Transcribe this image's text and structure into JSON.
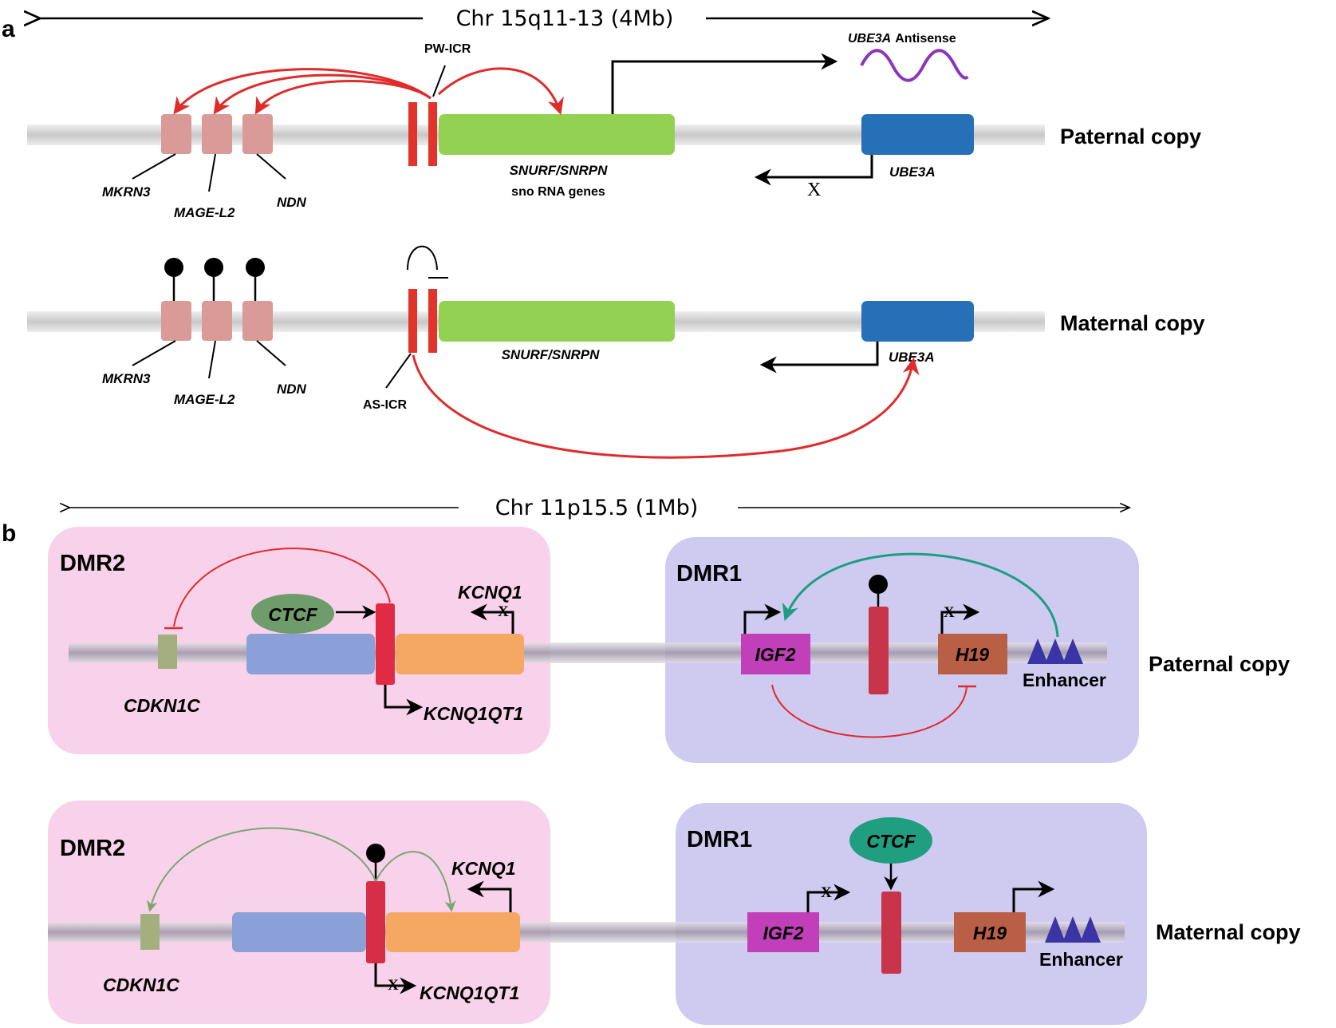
{
  "panel_a": {
    "letter": "a",
    "scale_label": "Chr 15q11-13 (4Mb)",
    "paternal": {
      "copy_label": "Paternal copy",
      "genes": {
        "mkrn3": "MKRN3",
        "magel2": "MAGE-L2",
        "ndn": "NDN"
      },
      "icr_label": "PW-ICR",
      "snurf_label": "SNURF/SNRPN",
      "snurf_sublabel": "sno RNA genes",
      "antisense_gene": "UBE3A",
      "antisense_word": "Antisense",
      "ube3a_label": "UBE3A",
      "blocked_mark": "X"
    },
    "maternal": {
      "copy_label": "Maternal copy",
      "genes": {
        "mkrn3": "MKRN3",
        "magel2": "MAGE-L2",
        "ndn": "NDN"
      },
      "icr_label": "AS-ICR",
      "snurf_label": "SNURF/SNRPN",
      "ube3a_label": "UBE3A"
    }
  },
  "panel_b": {
    "letter": "b",
    "scale_label": "Chr 11p15.5 (1Mb)",
    "paternal": {
      "copy_label": "Paternal copy",
      "dmr2": {
        "title": "DMR2",
        "ctcf": "CTCF",
        "kcnq1": "KCNQ1",
        "kcnq1qt1": "KCNQ1QT1",
        "cdkn1c": "CDKN1C",
        "blocked_mark": "X"
      },
      "dmr1": {
        "title": "DMR1",
        "igf2": "IGF2",
        "h19": "H19",
        "enhancer": "Enhancer",
        "blocked_mark": "X"
      }
    },
    "maternal": {
      "copy_label": "Maternal copy",
      "dmr2": {
        "title": "DMR2",
        "kcnq1": "KCNQ1",
        "kcnq1qt1": "KCNQ1QT1",
        "cdkn1c": "CDKN1C",
        "blocked_mark": "X"
      },
      "dmr1": {
        "title": "DMR1",
        "ctcf": "CTCF",
        "igf2": "IGF2",
        "h19": "H19",
        "enhancer": "Enhancer",
        "blocked_mark": "X"
      }
    }
  },
  "colors": {
    "imprinted_gene": "#d99a98",
    "icr_red": "#e2342a",
    "snurf_green": "#93d152",
    "ube3a_blue": "#2670b8",
    "antisense_purple": "#8b35b8",
    "dmr2_box": "#f8d2ea",
    "dmr1_box": "#cfcaf0",
    "ctcf_green": "#6e9d6b",
    "ctcf_teal": "#1f9e80",
    "kcnq_orange": "#f5a862",
    "blue_block": "#8aa0d6",
    "cdkn1c_olive": "#a3b07e",
    "dmr_red": "#d62e46",
    "igf2_magenta": "#c13fb8",
    "h19_brown": "#b95f45",
    "enhancer_navy": "#3a35a6",
    "teal_arc": "#1b9e85",
    "green_arc": "#7aa670",
    "red_arc": "#e02b2b"
  }
}
